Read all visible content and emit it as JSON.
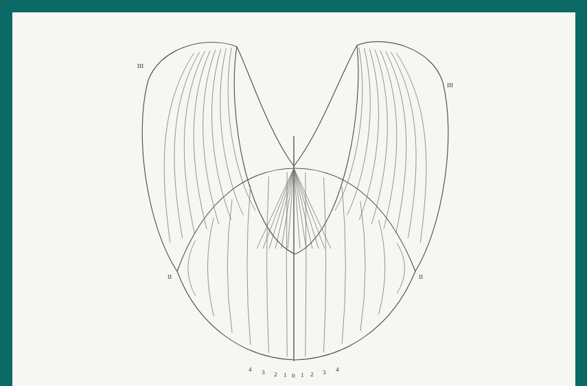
{
  "diagram": {
    "labels": [
      "III",
      "II",
      "III",
      "II",
      "4",
      "3",
      "2",
      "1",
      "0",
      "1",
      "2",
      "3",
      "4"
    ]
  }
}
